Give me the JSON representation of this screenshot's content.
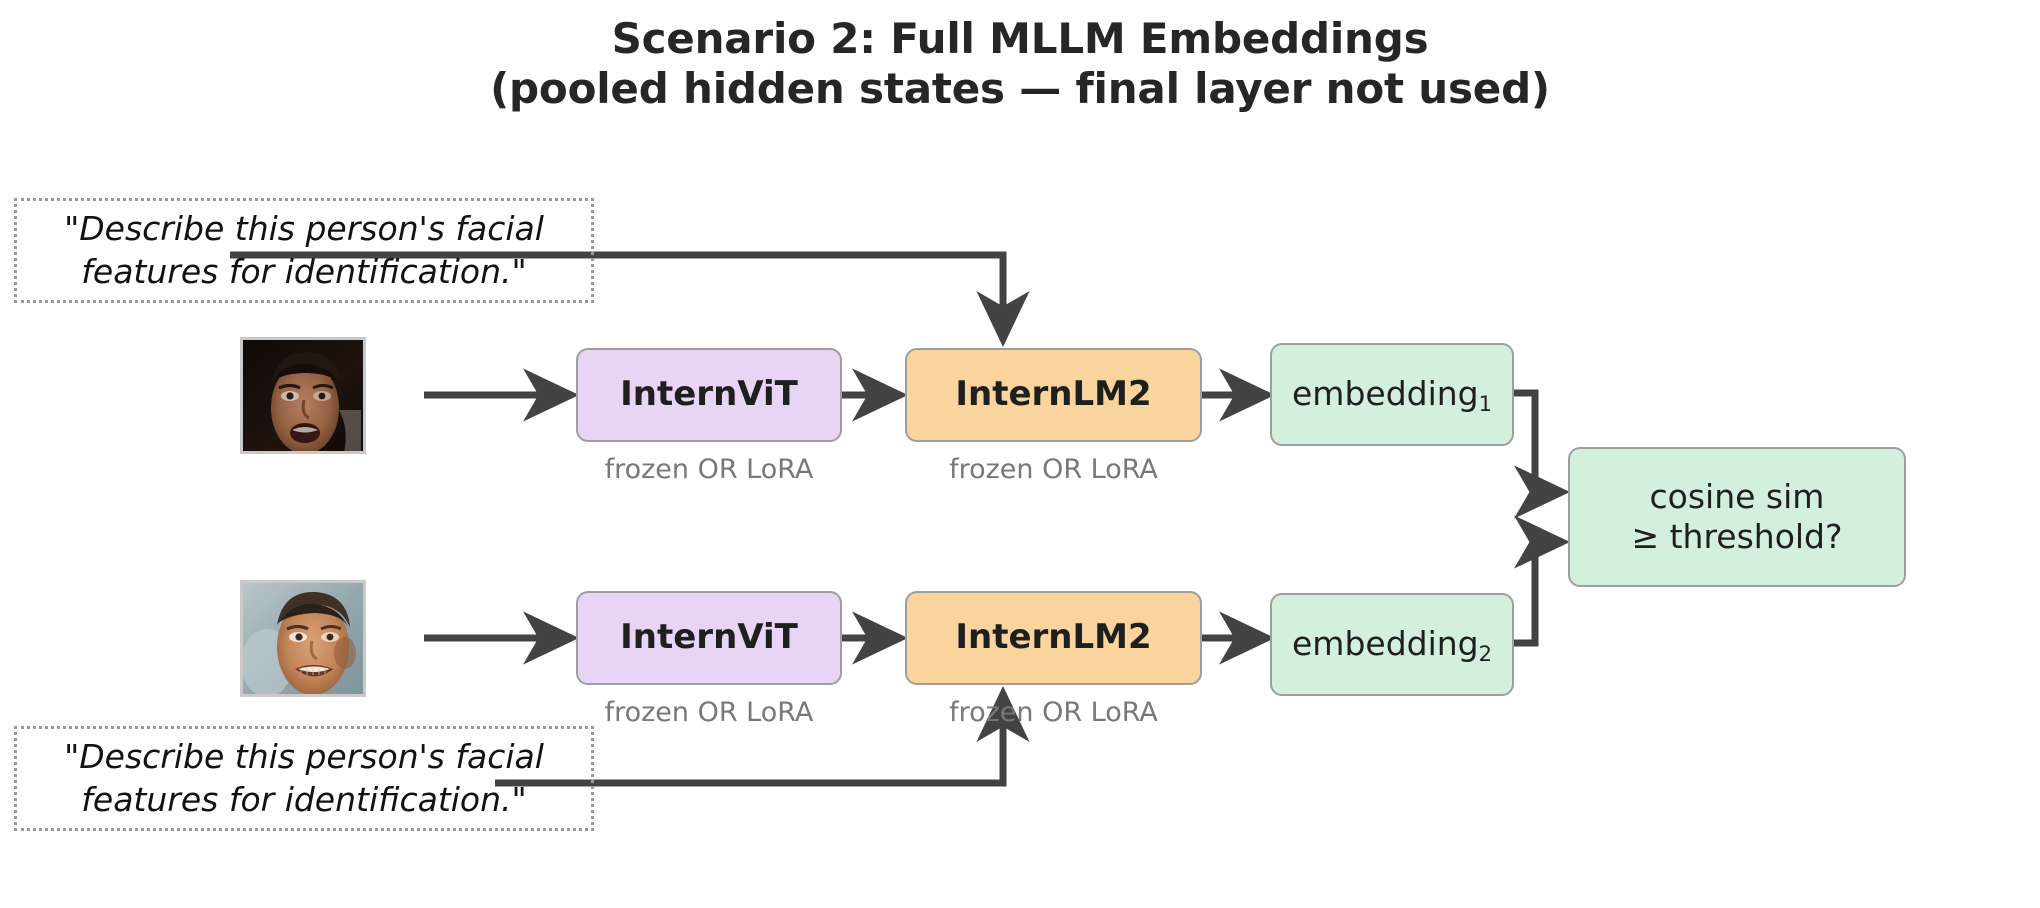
{
  "title": {
    "line1": "Scenario 2: Full MLLM Embeddings",
    "line2": "(pooled hidden states — final layer not used)"
  },
  "prompts": [
    {
      "id": "prompt-top",
      "text": "\"Describe this person's facial\nfeatures for identification.\""
    },
    {
      "id": "prompt-bottom",
      "text": "\"Describe this person's facial\nfeatures for identification.\""
    }
  ],
  "pipelines": [
    {
      "row": "top",
      "image_alt": "face-photo-dark",
      "vision_encoder": "InternViT",
      "vision_caption": "frozen OR LoRA",
      "language_model": "InternLM2",
      "language_caption": "frozen OR LoRA",
      "embedding_label": "embedding",
      "embedding_subscript": "1"
    },
    {
      "row": "bottom",
      "image_alt": "face-photo-light",
      "vision_encoder": "InternViT",
      "vision_caption": "frozen OR LoRA",
      "language_model": "InternLM2",
      "language_caption": "frozen OR LoRA",
      "embedding_label": "embedding",
      "embedding_subscript": "2"
    }
  ],
  "comparator": {
    "line1": "cosine sim",
    "line2": "≥ threshold?"
  },
  "colors": {
    "vision_fill": "#e8d5f5",
    "language_fill": "#f9d49c",
    "embedding_fill": "#d3f0dd",
    "comparator_fill": "#d3f0dd",
    "node_border": "#9e9e9e",
    "arrow": "#434343",
    "caption_text": "#787878",
    "title_text": "#262626",
    "prompt_border": "#9a9a9a",
    "background": "#ffffff"
  }
}
